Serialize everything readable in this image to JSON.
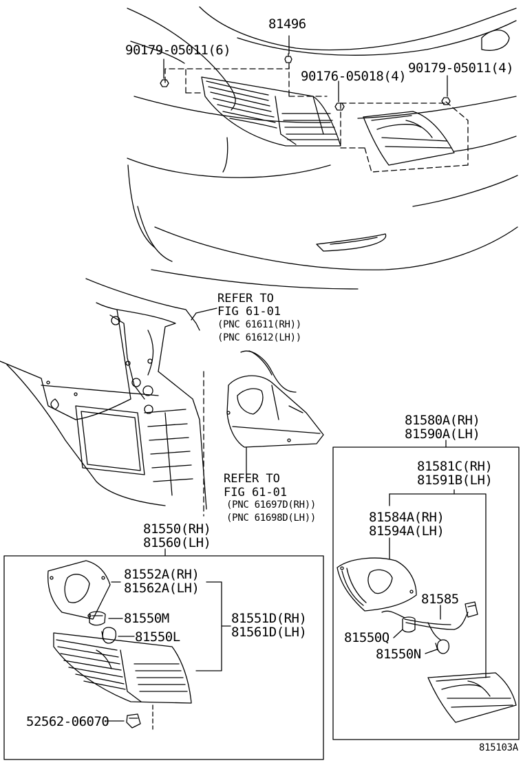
{
  "labels": {
    "p81496": "81496",
    "p90179_05011_6": "90179-05011(6)",
    "p90176_05018_4": "90176-05018(4)",
    "p90179_05011_4": "90179-05011(4)",
    "refer_upper": {
      "line1": "REFER TO",
      "line2": "FIG 61-01",
      "line3": "(PNC 61611(RH))",
      "line4": "(PNC 61612(LH))"
    },
    "refer_lower": {
      "line1": "REFER TO",
      "line2": "FIG 61-01",
      "line3": "(PNC 61697D(RH))",
      "line4": "(PNC 61698D(LH))"
    },
    "p81550_rh": "81550(RH)",
    "p81560_lh": "81560(LH)",
    "p81552a_rh": "81552A(RH)",
    "p81562a_lh": "81562A(LH)",
    "p81550m": "81550M",
    "p81550l": "81550L",
    "p81551d_rh": "81551D(RH)",
    "p81561d_lh": "81561D(LH)",
    "p52562_06070": "52562-06070",
    "p81580a_rh": "81580A(RH)",
    "p81590a_lh": "81590A(LH)",
    "p81581c_rh": "81581C(RH)",
    "p81591b_lh": "81591B(LH)",
    "p81584a_rh": "81584A(RH)",
    "p81594a_lh": "81594A(LH)",
    "p81585": "81585",
    "p81550q": "81550Q",
    "p81550n": "81550N",
    "figure_code": "815103A"
  }
}
